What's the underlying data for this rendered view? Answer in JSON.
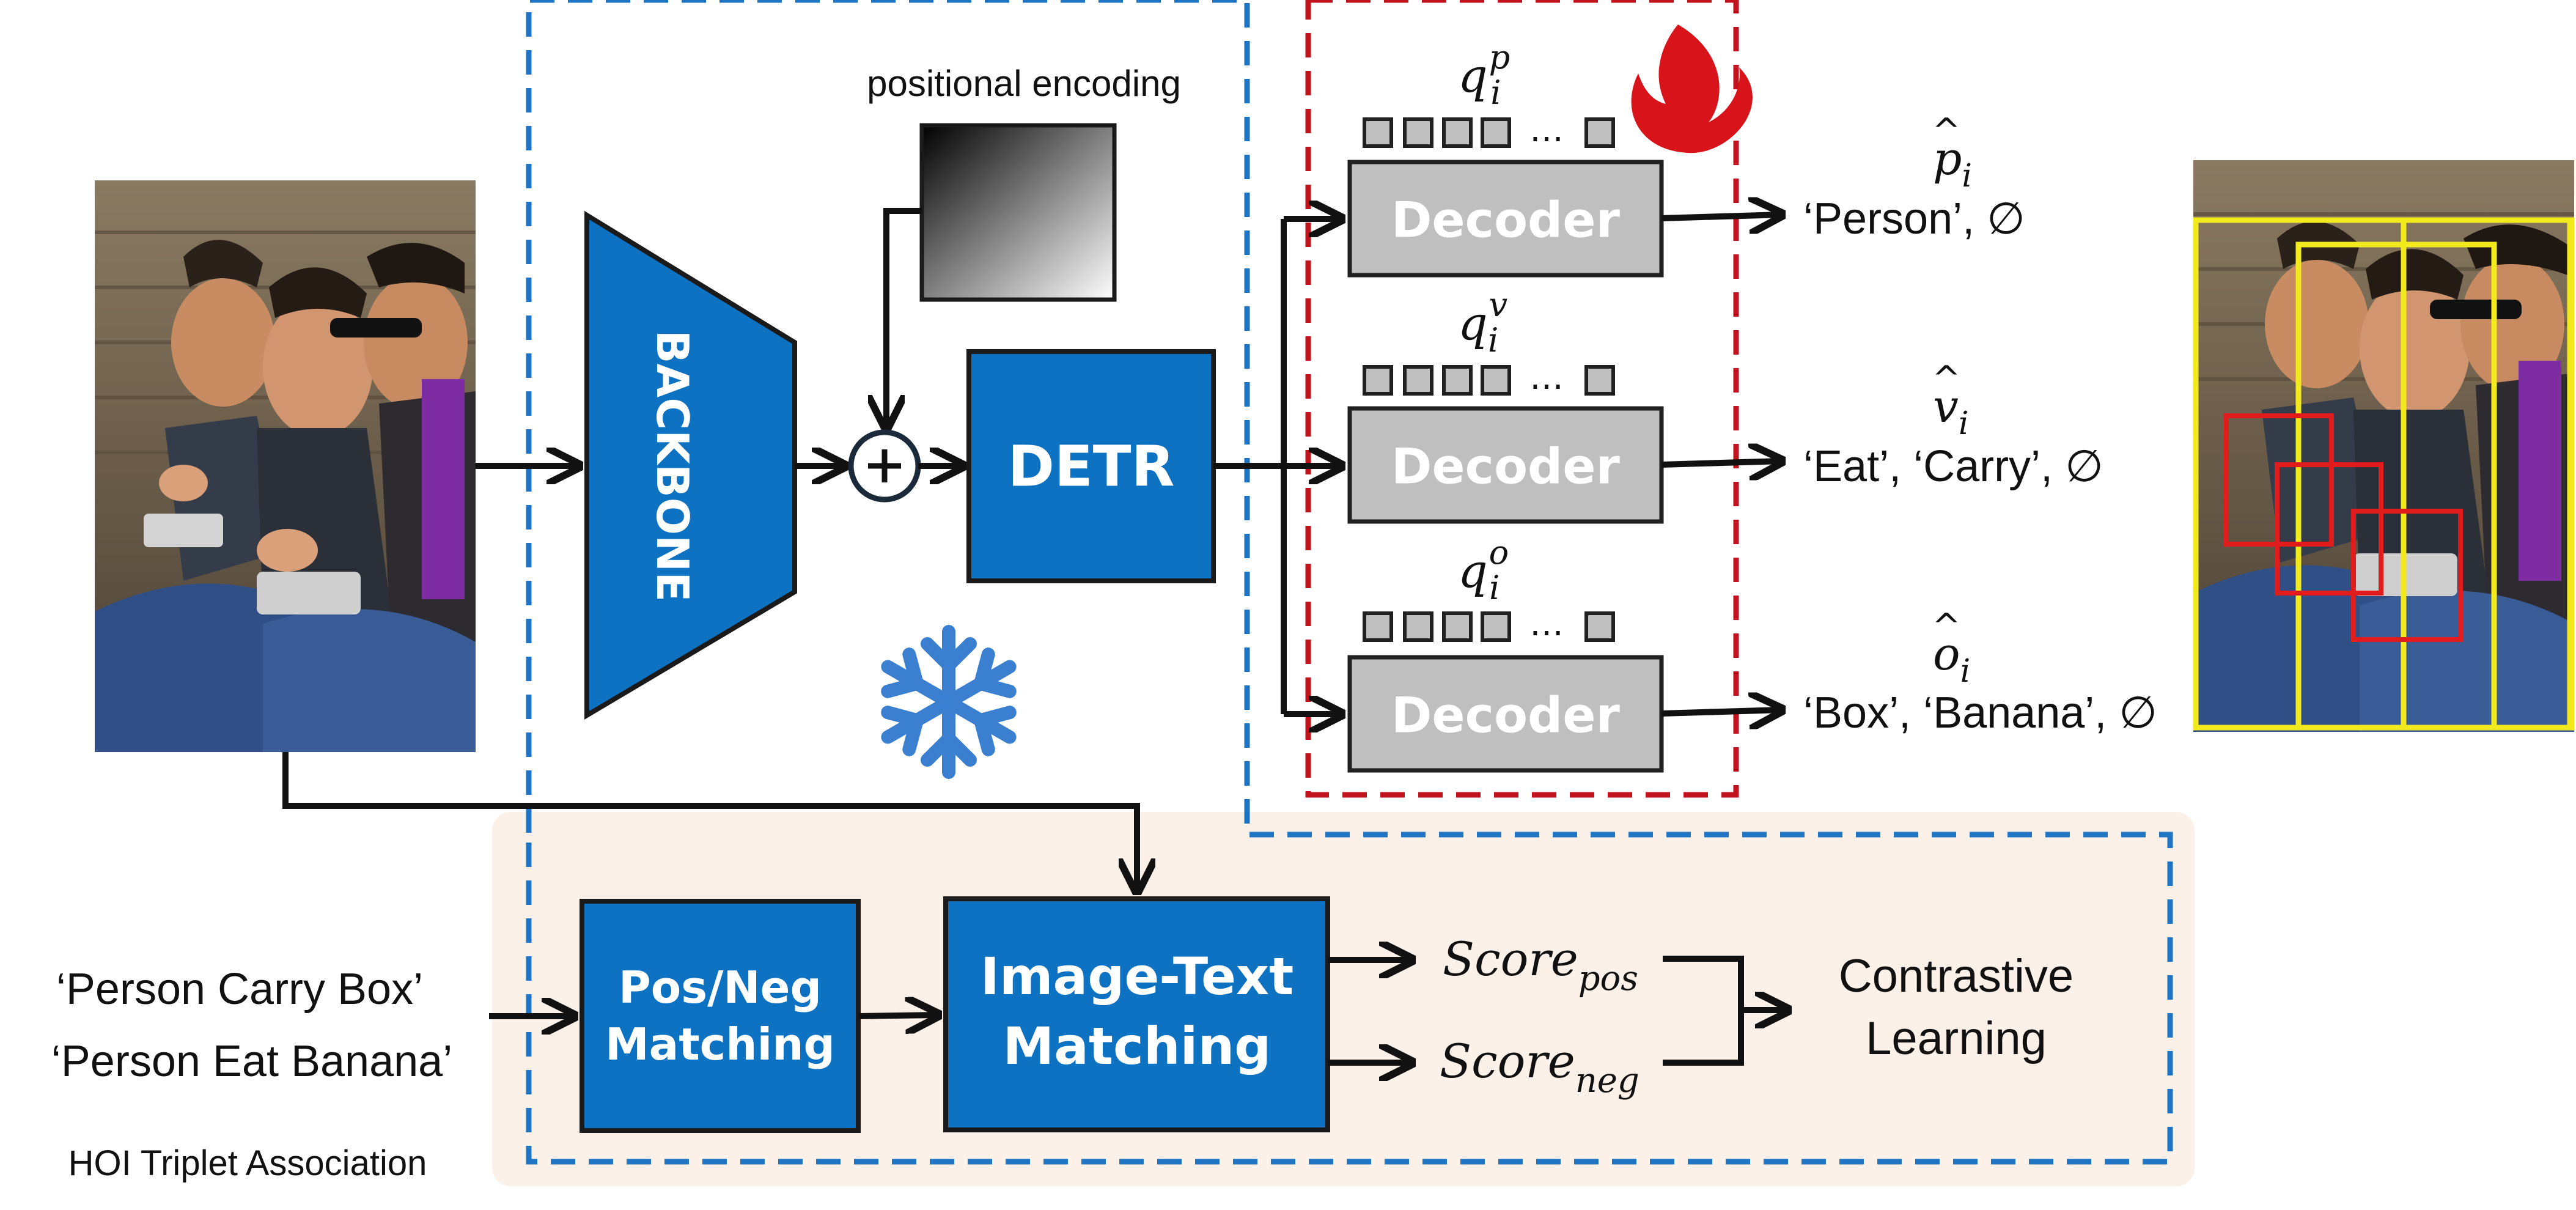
{
  "colors": {
    "blue": "#0e72c3",
    "blue_dash": "#1f74c4",
    "red_dash": "#c0131d",
    "gray_box": "#bfbfbf",
    "gray_stroke": "#202020",
    "peach": "#fbf1e8",
    "yellow_box": "#f2ea1c",
    "red_box": "#e01c1c",
    "arrow": "#111111",
    "flame": "#d8141a",
    "snowflake": "#3a7fd0"
  },
  "icons": {
    "frozen": "snowflake-icon",
    "trainable": "flame-icon",
    "add": "plus-circle-icon"
  },
  "encoder": {
    "positional_label": "positional encoding",
    "backbone_label": "BACKBONE",
    "detr_label": "DETR"
  },
  "decoders": [
    {
      "query_base": "q",
      "query_sub": "i",
      "query_sup": "p",
      "label": "Decoder",
      "hat_base": "p",
      "hat_sub": "i",
      "output": "‘Person’, ∅"
    },
    {
      "query_base": "q",
      "query_sub": "i",
      "query_sup": "v",
      "label": "Decoder",
      "hat_base": "v",
      "hat_sub": "i",
      "output": "‘Eat’, ‘Carry’, ∅"
    },
    {
      "query_base": "q",
      "query_sub": "i",
      "query_sup": "o",
      "label": "Decoder",
      "hat_base": "o",
      "hat_sub": "i",
      "output": "‘Box’, ‘Banana’, ∅"
    }
  ],
  "query_dots": "…",
  "association": {
    "text_line1": "‘Person Carry Box’",
    "text_line2": "‘Person Eat Banana’",
    "section_label": "HOI Triplet Association",
    "posneg_line1": "Pos/Neg",
    "posneg_line2": "Matching",
    "itm_line1": "Image-Text",
    "itm_line2": "Matching",
    "score_base": "Score",
    "score_pos_sub": "pos",
    "score_neg_sub": "neg",
    "contrastive_line1": "Contrastive",
    "contrastive_line2": "Learning"
  }
}
